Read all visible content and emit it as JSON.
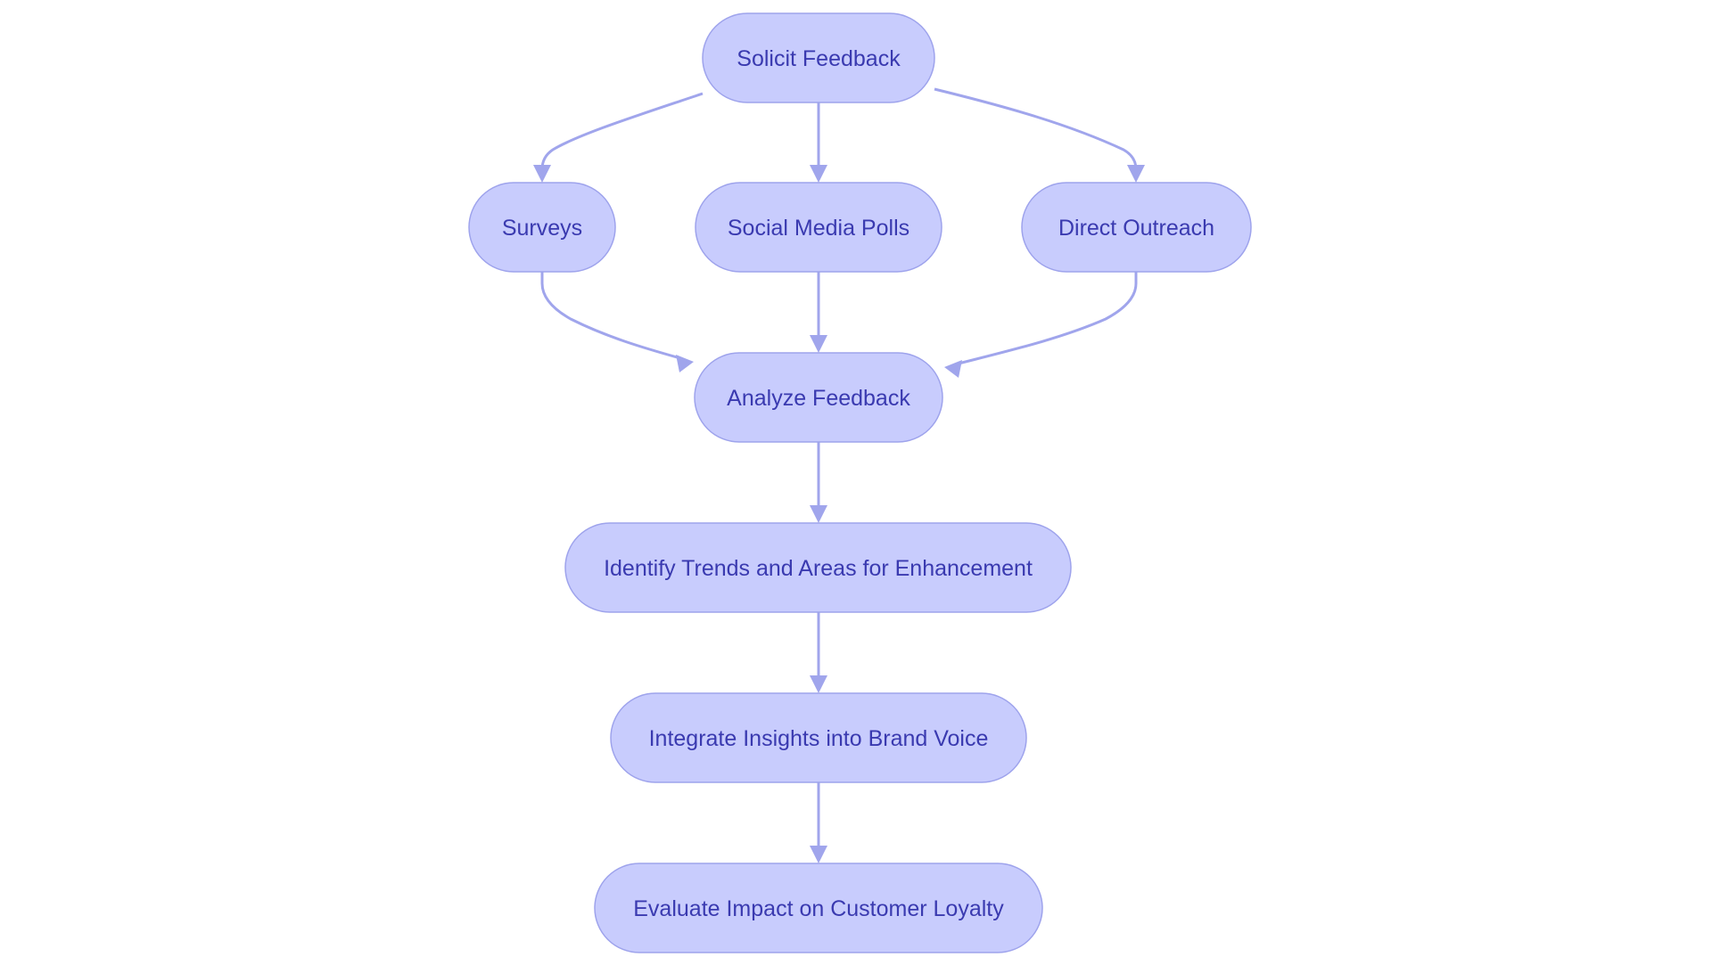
{
  "diagram": {
    "type": "flowchart",
    "colors": {
      "node_fill": "#c8ccfd",
      "node_border": "#9ea3ec",
      "node_text": "#3a3ab0",
      "edge": "#a0a5ec",
      "background": "#ffffff"
    },
    "nodes": [
      {
        "id": "solicit",
        "label": "Solicit Feedback"
      },
      {
        "id": "surveys",
        "label": "Surveys"
      },
      {
        "id": "social",
        "label": "Social Media Polls"
      },
      {
        "id": "outreach",
        "label": "Direct Outreach"
      },
      {
        "id": "analyze",
        "label": "Analyze Feedback"
      },
      {
        "id": "identify",
        "label": "Identify Trends and Areas for Enhancement"
      },
      {
        "id": "integrate",
        "label": "Integrate Insights into Brand Voice"
      },
      {
        "id": "evaluate",
        "label": "Evaluate Impact on Customer Loyalty"
      }
    ],
    "edges": [
      {
        "from": "solicit",
        "to": "surveys"
      },
      {
        "from": "solicit",
        "to": "social"
      },
      {
        "from": "solicit",
        "to": "outreach"
      },
      {
        "from": "surveys",
        "to": "analyze"
      },
      {
        "from": "social",
        "to": "analyze"
      },
      {
        "from": "outreach",
        "to": "analyze"
      },
      {
        "from": "analyze",
        "to": "identify"
      },
      {
        "from": "identify",
        "to": "integrate"
      },
      {
        "from": "integrate",
        "to": "evaluate"
      }
    ]
  }
}
